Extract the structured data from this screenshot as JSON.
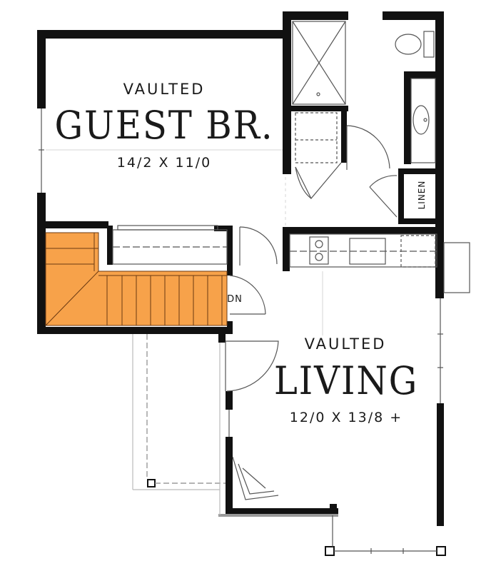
{
  "guest_bedroom": {
    "qualifier": "VAULTED",
    "name": "GUEST BR.",
    "dimensions": "14/2 X 11/0"
  },
  "living": {
    "qualifier": "VAULTED",
    "name": "LIVING",
    "dimensions": "12/0 X 13/8 +"
  },
  "stair_label": "DN",
  "closet_label": "LINEN",
  "colors": {
    "wall": "#111111",
    "thin_line": "#555555",
    "dashed": "#888888",
    "stair_fill": "#f7a24a",
    "stair_stroke": "#6b3a12",
    "faint": "#bbbbbb"
  }
}
